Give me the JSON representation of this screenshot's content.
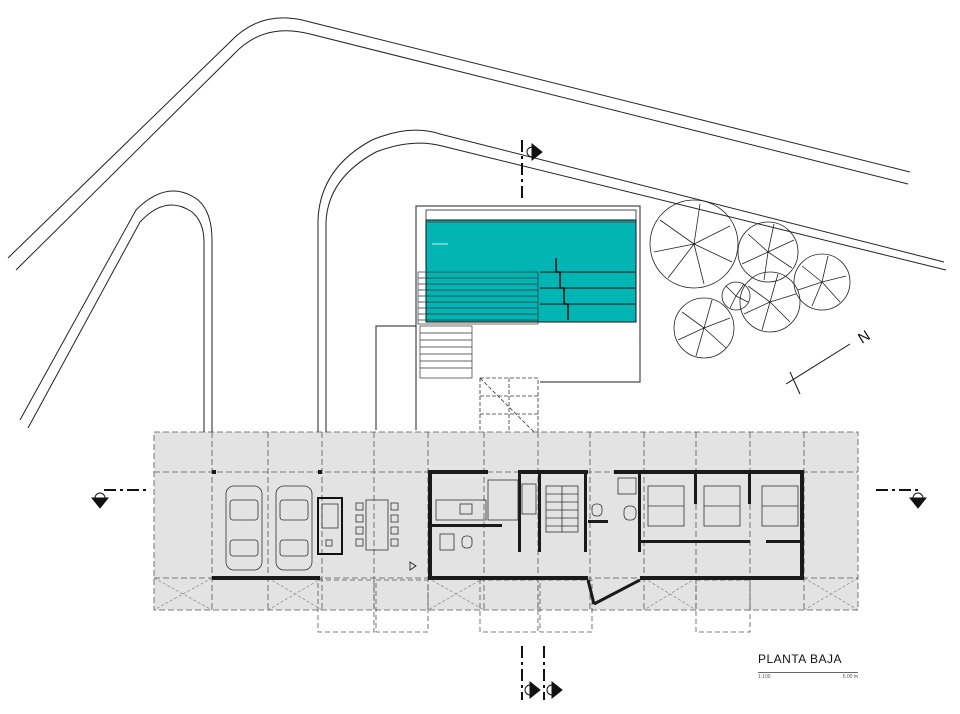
{
  "plan": {
    "title": "PLANTA BAJA",
    "north_label": "N",
    "scale_left": "1:100",
    "scale_right": "5.00 m",
    "colors": {
      "pool": "#00b5b3",
      "slab": "#e3e3e3",
      "lines": "#111111",
      "walls": "#1a1a1a"
    },
    "icons": [
      "north-arrow-icon",
      "section-marker-icon",
      "tree-icon",
      "car-icon"
    ]
  }
}
